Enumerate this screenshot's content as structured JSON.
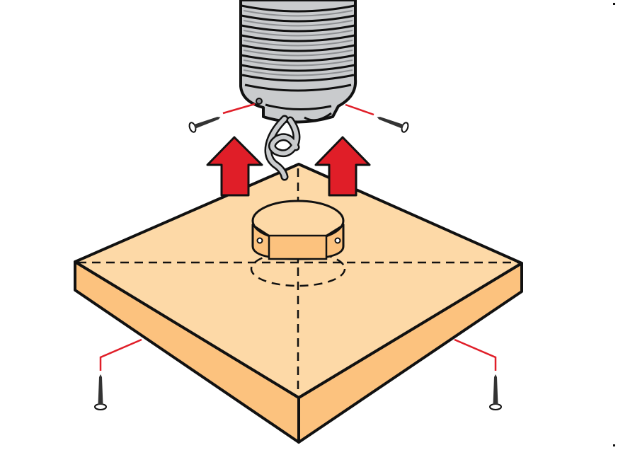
{
  "diagram": {
    "kind": "assembly-illustration",
    "parts": [
      "extension-spring",
      "knotted-cord",
      "lift-arrows",
      "square-wooden-base",
      "round-wooden-puck",
      "screws"
    ],
    "arrow_count": 2,
    "screw_count": 4
  },
  "colors": {
    "wood_top": "#FDD9A7",
    "wood_side": "#FCC27E",
    "outline": "#111111",
    "arrow_red": "#E01E28",
    "leader_red": "#E01E28",
    "spring_gray": "#C9CBCD",
    "spring_dark": "#8E9093",
    "screw_dark": "#333333"
  }
}
